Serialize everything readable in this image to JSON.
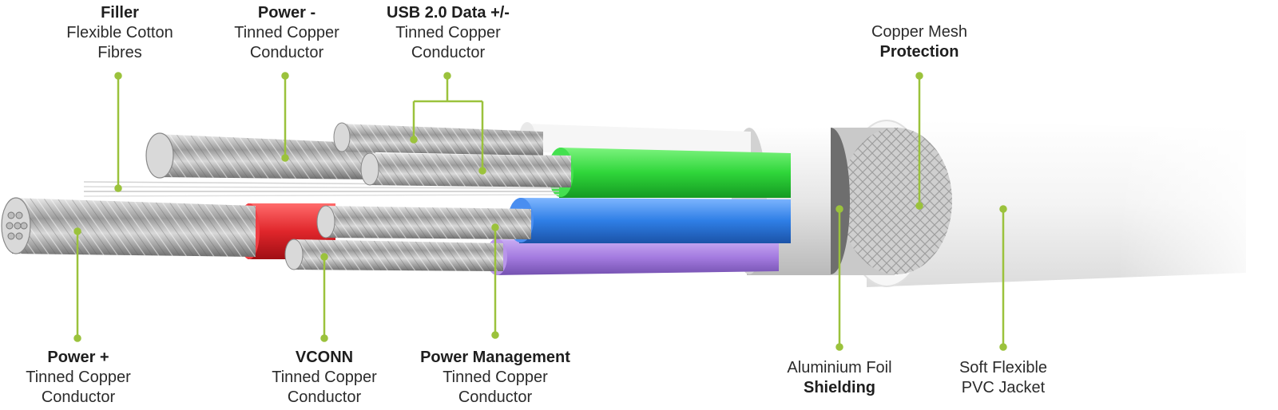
{
  "labels": {
    "filler": {
      "title": "Filler",
      "line1": "Flexible Cotton",
      "line2": "Fibres"
    },
    "power_minus": {
      "title": "Power -",
      "line1": "Tinned Copper",
      "line2": "Conductor"
    },
    "usb_data": {
      "title": "USB 2.0 Data +/-",
      "line1": "Tinned Copper",
      "line2": "Conductor"
    },
    "copper_mesh": {
      "line1": "Copper Mesh",
      "title": "Protection"
    },
    "power_plus": {
      "title": "Power +",
      "line1": "Tinned Copper",
      "line2": "Conductor"
    },
    "vconn": {
      "title": "VCONN",
      "line1": "Tinned Copper",
      "line2": "Conductor"
    },
    "power_mgmt": {
      "title": "Power Management",
      "line1": "Tinned Copper",
      "line2": "Conductor"
    },
    "foil": {
      "line1": "Aluminium Foil",
      "title": "Shielding"
    },
    "jacket": {
      "line1": "Soft Flexible",
      "line2": "PVC Jacket"
    }
  },
  "colors": {
    "leader": "#9bc23c",
    "wire_green": "#2fd63a",
    "wire_blue": "#2f7fe6",
    "wire_purple": "#a47be0",
    "wire_red": "#e0262b",
    "jacket": "#f2f2f2"
  }
}
